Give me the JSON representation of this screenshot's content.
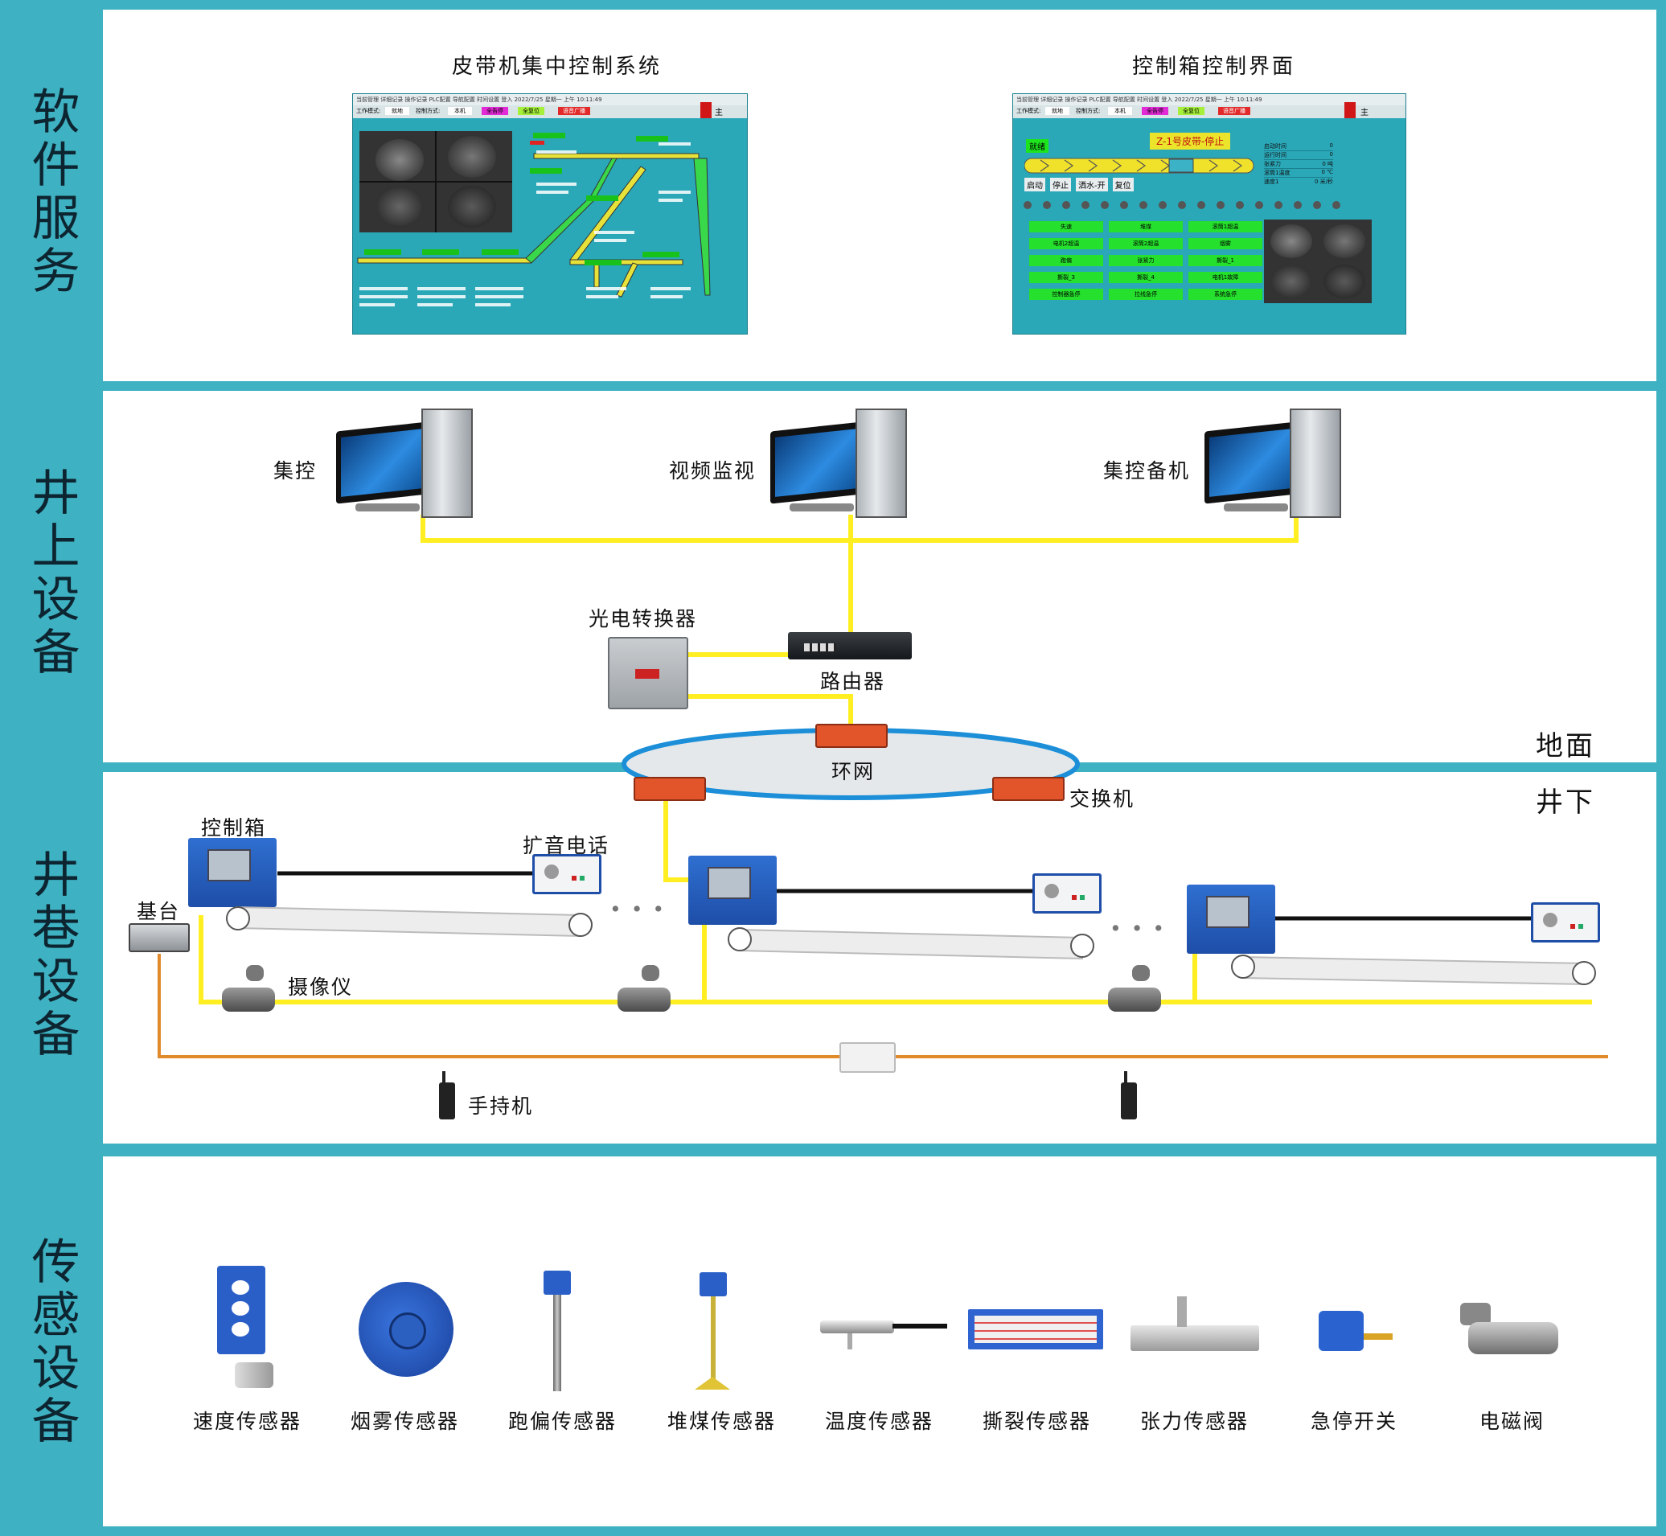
{
  "sections": {
    "software": "软件服务",
    "surface": "井上设备",
    "roadway": "井巷设备",
    "sensor": "传感设备"
  },
  "software": {
    "title_left": "皮带机集中控制系统",
    "title_right": "控制箱控制界面",
    "left_screen": {
      "menu": "当前管理  详细记录  操作记录  PLC配置  导航配置  时间设置       登入                          2022/7/25 星期一 上午 10:11:49",
      "work_mode_label": "工作模式:",
      "work_mode_value": "就地",
      "control_mode_label": "控制方式:",
      "control_mode_value": "本机",
      "btn1": "全告停",
      "btn2": "全复位",
      "btn3": "语音广播",
      "master": "主"
    },
    "right_screen": {
      "menu": "当前管理  详细记录  操作记录  PLC配置  导航配置  时间设置       登入                          2022/7/25 星期一 上午 10:11:49",
      "work_mode_label": "工作模式:",
      "work_mode_value": "就地",
      "control_mode_label": "控制方式:",
      "control_mode_value": "本机",
      "btn1": "全告停",
      "btn2": "全复位",
      "btn3": "语音广播",
      "master": "主",
      "status": "就绪",
      "belt_title": "Z-1号皮带-停止",
      "controls": [
        "启动",
        "停止",
        "洒水-开",
        "复位"
      ],
      "info_labels": [
        "启动时间",
        "运行时间",
        "张紧力",
        "滚筒1温度",
        "速度1"
      ],
      "info_values": [
        "0",
        "0",
        "0 吨",
        "0 ℃",
        "0 米/秒"
      ],
      "alarms": [
        "失速",
        "堆煤",
        "滚筒1超温",
        "电机2超温",
        "滚筒2超温",
        "烟雾",
        "跑偏",
        "张紧力",
        "撕裂_1",
        "撕裂_3",
        "撕裂_4",
        "电机1故障",
        "控制器急停",
        "拉线急停",
        "系统急停"
      ]
    }
  },
  "surface": {
    "pc1": "集控",
    "pc2": "视频监视",
    "pc3": "集控备机",
    "converter": "光电转换器",
    "router": "路由器",
    "ring": "环网",
    "ground": "地面"
  },
  "roadway": {
    "underground": "井下",
    "switch": "交换机",
    "control_box": "控制箱",
    "phone": "扩音电话",
    "base": "基台",
    "camera": "摄像仪",
    "handheld": "手持机",
    "dots1": "• • •",
    "dots2": "• • •"
  },
  "sensors": [
    "速度传感器",
    "烟雾传感器",
    "跑偏传感器",
    "堆煤传感器",
    "温度传感器",
    "撕裂传感器",
    "张力传感器",
    "急停开关",
    "电磁阀"
  ],
  "colors": {
    "teal": "#3eb1c2",
    "yellow_line": "#ffee22",
    "orange_line": "#e08a2c",
    "black_line": "#111111",
    "ring_blue": "#1c8fd8"
  }
}
